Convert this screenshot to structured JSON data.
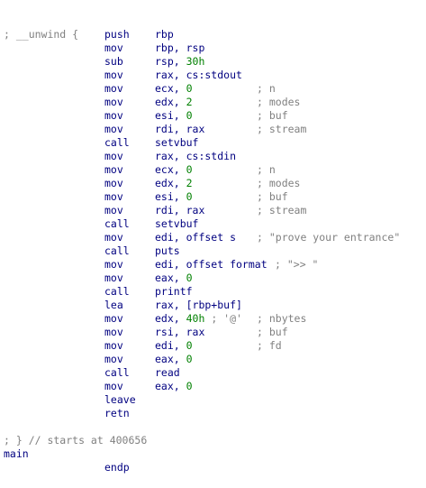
{
  "colors": {
    "text": "#000080",
    "comment": "#808080",
    "number": "#008000",
    "background": "#ffffff"
  },
  "header_line": "; __unwind {",
  "footer_lines": [
    "; } // starts at 400656",
    ""
  ],
  "end_label": "main",
  "end_directive": "endp",
  "instructions": [
    {
      "mnem": "push",
      "ops": "rbp",
      "comment": ""
    },
    {
      "mnem": "mov",
      "ops": "rbp, rsp",
      "comment": ""
    },
    {
      "mnem": "sub",
      "ops": "rsp, 30h",
      "comment": ""
    },
    {
      "mnem": "mov",
      "ops": "rax, cs:stdout",
      "comment": ""
    },
    {
      "mnem": "mov",
      "ops": "ecx, 0",
      "comment": "; n"
    },
    {
      "mnem": "mov",
      "ops": "edx, 2",
      "comment": "; modes"
    },
    {
      "mnem": "mov",
      "ops": "esi, 0",
      "comment": "; buf"
    },
    {
      "mnem": "mov",
      "ops": "rdi, rax",
      "comment": "; stream"
    },
    {
      "mnem": "call",
      "ops": "setvbuf",
      "comment": ""
    },
    {
      "mnem": "mov",
      "ops": "rax, cs:stdin",
      "comment": ""
    },
    {
      "mnem": "mov",
      "ops": "ecx, 0",
      "comment": "; n"
    },
    {
      "mnem": "mov",
      "ops": "edx, 2",
      "comment": "; modes"
    },
    {
      "mnem": "mov",
      "ops": "esi, 0",
      "comment": "; buf"
    },
    {
      "mnem": "mov",
      "ops": "rdi, rax",
      "comment": "; stream"
    },
    {
      "mnem": "call",
      "ops": "setvbuf",
      "comment": ""
    },
    {
      "mnem": "mov",
      "ops": "edi, offset s",
      "comment": "; \"prove your entrance\""
    },
    {
      "mnem": "call",
      "ops": "puts",
      "comment": ""
    },
    {
      "mnem": "mov",
      "ops": "edi, offset format",
      "comment": "; \">> \""
    },
    {
      "mnem": "mov",
      "ops": "eax, 0",
      "comment": ""
    },
    {
      "mnem": "call",
      "ops": "printf",
      "comment": ""
    },
    {
      "mnem": "lea",
      "ops": "rax, [rbp+buf]",
      "comment": ""
    },
    {
      "mnem": "mov",
      "ops": "edx, 40h ; '@'",
      "comment": "; nbytes"
    },
    {
      "mnem": "mov",
      "ops": "rsi, rax",
      "comment": "; buf"
    },
    {
      "mnem": "mov",
      "ops": "edi, 0",
      "comment": "; fd"
    },
    {
      "mnem": "mov",
      "ops": "eax, 0",
      "comment": ""
    },
    {
      "mnem": "call",
      "ops": "read",
      "comment": ""
    },
    {
      "mnem": "mov",
      "ops": "eax, 0",
      "comment": ""
    },
    {
      "mnem": "leave",
      "ops": "",
      "comment": ""
    },
    {
      "mnem": "retn",
      "ops": "",
      "comment": ""
    }
  ]
}
